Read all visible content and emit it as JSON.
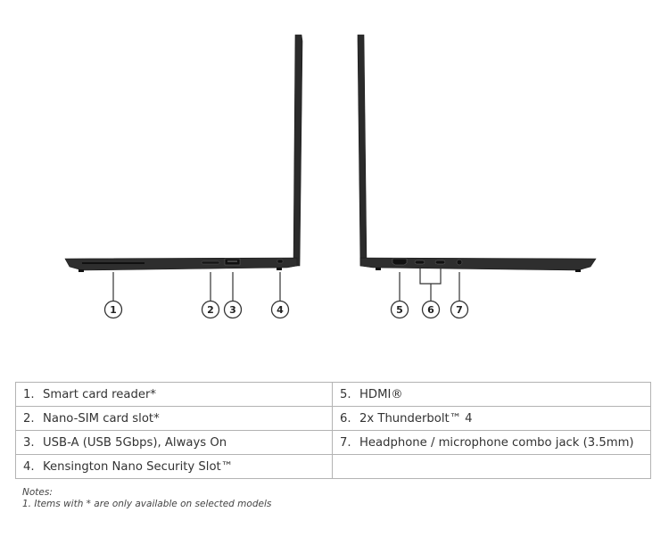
{
  "figure": {
    "left_callouts": [
      "1",
      "2",
      "3",
      "4"
    ],
    "right_callouts": [
      "5",
      "6",
      "7"
    ],
    "colors": {
      "chassis": "#2b2b2b",
      "chassis_edge": "#1a1a1a",
      "outline": "#333333"
    }
  },
  "table": {
    "rows": [
      [
        {
          "num": "1.",
          "text": "Smart card reader*"
        },
        {
          "num": "5.",
          "text": "HDMI®"
        }
      ],
      [
        {
          "num": "2.",
          "text": "Nano-SIM card slot*"
        },
        {
          "num": "6.",
          "text": "2x Thunderbolt™ 4"
        }
      ],
      [
        {
          "num": "3.",
          "text": "USB-A (USB 5Gbps), Always On"
        },
        {
          "num": "7.",
          "text": "Headphone / microphone combo jack (3.5mm)"
        }
      ],
      [
        {
          "num": "4.",
          "text": "Kensington Nano Security Slot™"
        },
        {
          "num": "",
          "text": ""
        }
      ]
    ]
  },
  "notes": {
    "title": "Notes:",
    "lines": [
      "1. Items with * are only available on selected models"
    ]
  }
}
